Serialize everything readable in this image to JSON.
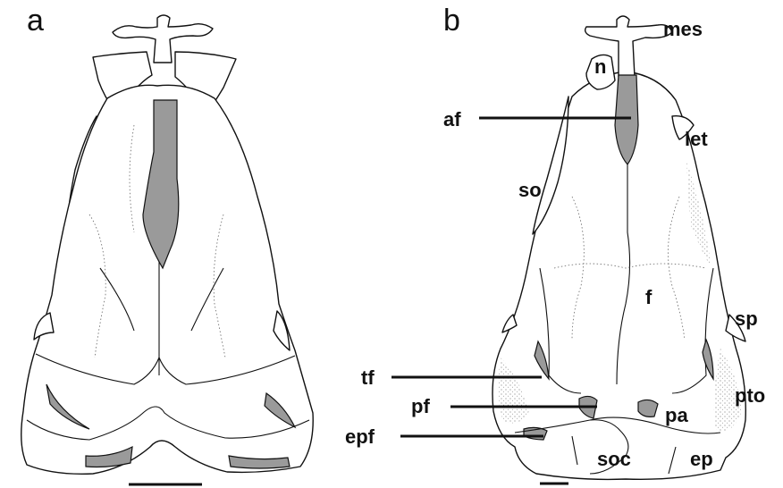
{
  "panels": [
    {
      "letter": "a"
    },
    {
      "letter": "b"
    }
  ],
  "labels": {
    "mes": "mes",
    "n": "n",
    "af": "af",
    "let": "let",
    "so": "so",
    "f": "f",
    "sp": "sp",
    "tf": "tf",
    "pto": "pto",
    "pf": "pf",
    "pa": "pa",
    "epf": "epf",
    "soc": "soc",
    "ep": "ep"
  },
  "colors": {
    "ink": "#111111",
    "fenestra_fill": "#9a9a9a",
    "background": "#ffffff"
  }
}
